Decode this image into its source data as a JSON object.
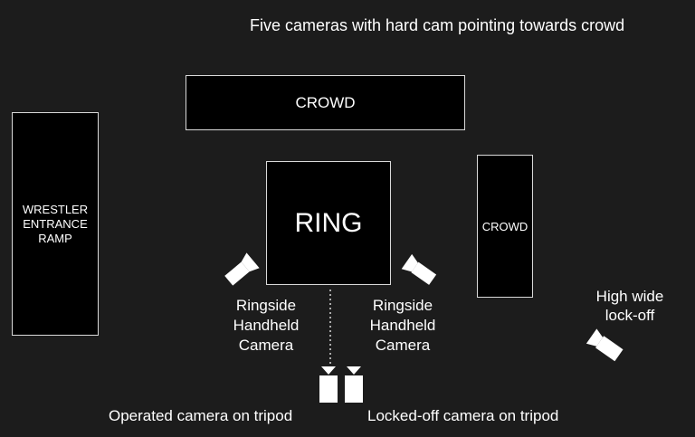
{
  "title": "Five cameras with hard cam pointing towards crowd",
  "crowd_top": "CROWD",
  "crowd_right": "CROWD",
  "ramp": [
    "WRESTLER",
    "ENTRANCE",
    "RAMP"
  ],
  "ring": "RING",
  "ringside_left": [
    "Ringside",
    "Handheld",
    "Camera"
  ],
  "ringside_right": [
    "Ringside",
    "Handheld",
    "Camera"
  ],
  "high_wide": [
    "High wide",
    "lock-off"
  ],
  "tripod_operated": "Operated camera on tripod",
  "tripod_locked": "Locked-off camera on tripod",
  "colors": {
    "background": "#1c1c1c",
    "box_fill": "#000000",
    "box_border": "#d9d9d9",
    "text": "#ffffff"
  },
  "icons": [
    "video-camera-icon",
    "video-camera-icon",
    "video-camera-icon",
    "tripod-camera-icon",
    "tripod-camera-icon"
  ]
}
